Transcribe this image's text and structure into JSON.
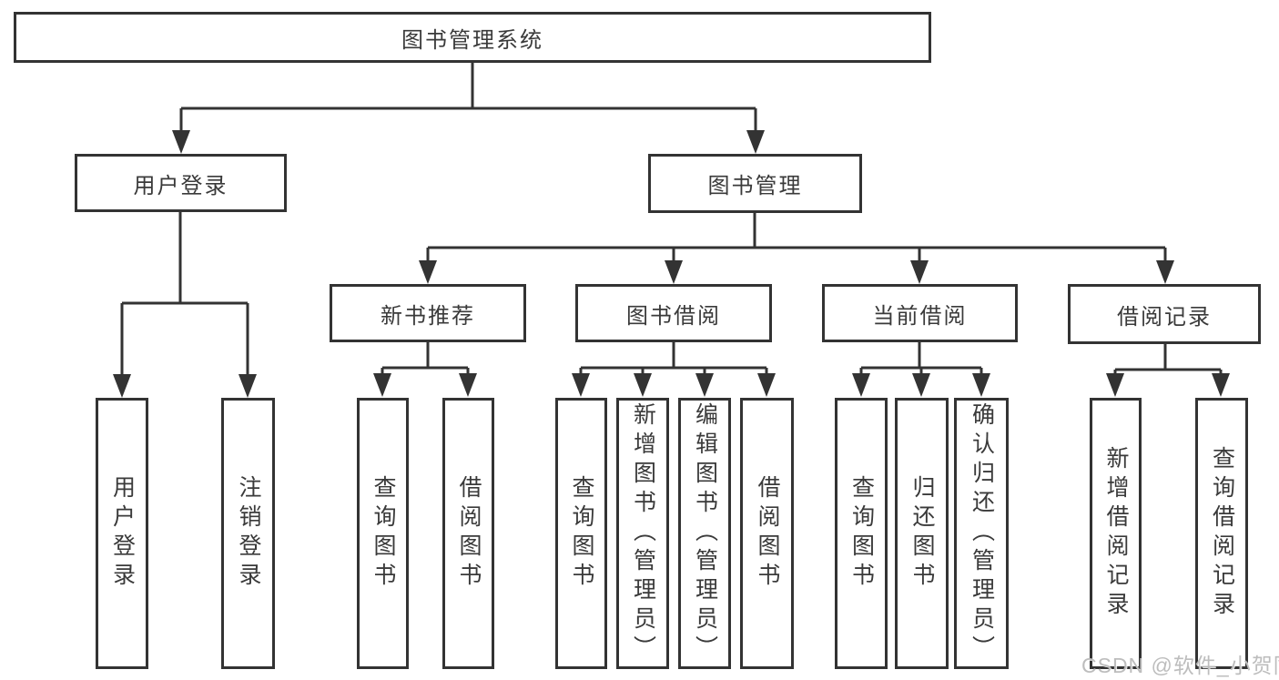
{
  "diagram": {
    "title": "图书管理系统",
    "branches": {
      "user_login": {
        "label": "用户登录",
        "children": [
          "用户登录",
          "注销登录"
        ]
      },
      "book_management": {
        "label": "图书管理",
        "groups": {
          "new_book_recommend": {
            "label": "新书推荐",
            "children": [
              "查询图书",
              "借阅图书"
            ]
          },
          "book_borrowing": {
            "label": "图书借阅",
            "children": [
              "查询图书",
              "新增图书（管理员）",
              "编辑图书（管理员）",
              "借阅图书"
            ]
          },
          "current_borrowing": {
            "label": "当前借阅",
            "children": [
              "查询图书",
              "归还图书",
              "确认归还（管理员）"
            ]
          },
          "borrowing_records": {
            "label": "借阅记录",
            "children": [
              "新增借阅记录",
              "查询借阅记录"
            ]
          }
        }
      }
    }
  },
  "watermark": "CSDN @软件_小贺同学",
  "colors": {
    "line": "#333333",
    "box_background": "#ffffff",
    "text": "#3a3a3a",
    "watermark": "#b9b9b9"
  }
}
